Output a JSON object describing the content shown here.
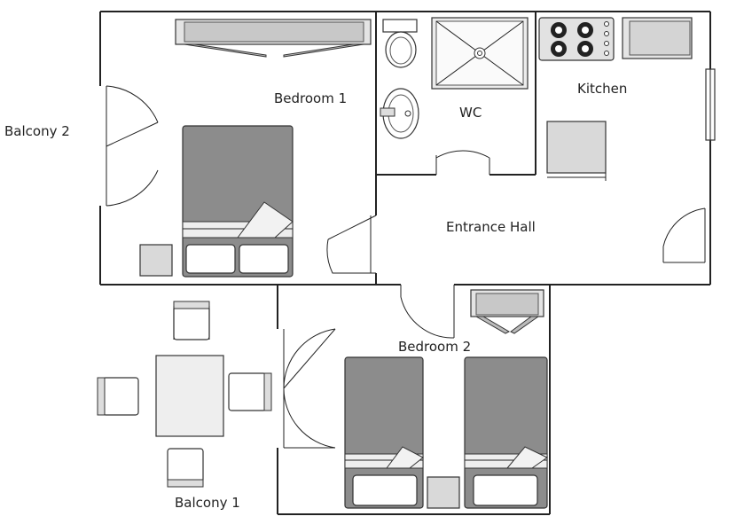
{
  "labels": {
    "balcony2": "Balcony 2",
    "bedroom1": "Bedroom 1",
    "wc": "WC",
    "kitchen": "Kitchen",
    "entrance_hall": "Entrance Hall",
    "bedroom2": "Bedroom 2",
    "balcony1": "Balcony 1"
  }
}
